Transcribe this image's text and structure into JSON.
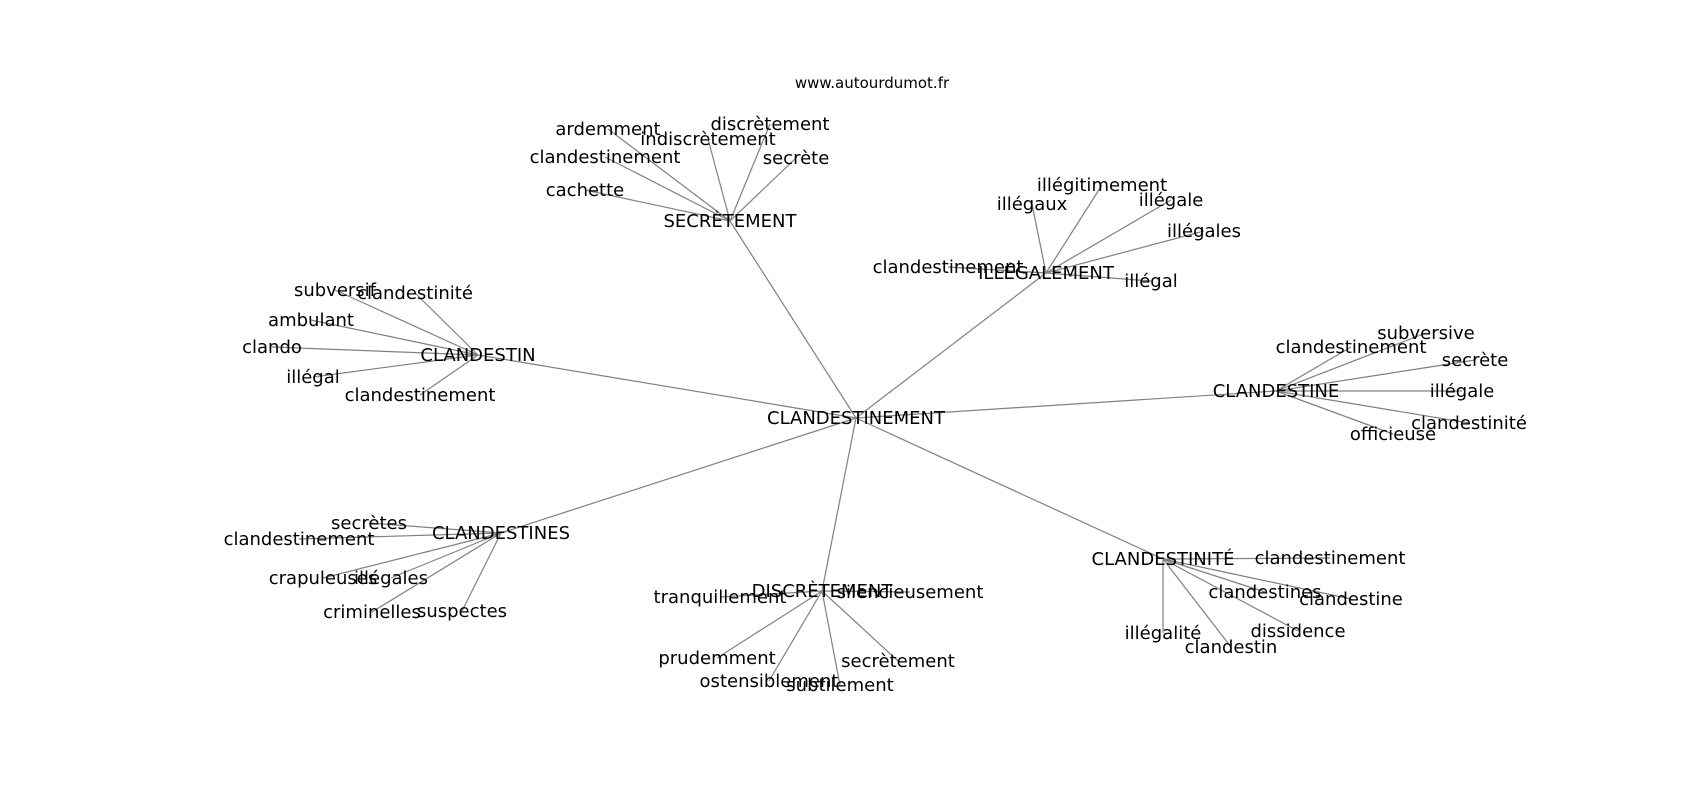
{
  "source": "www.autourdumot.fr",
  "colors": {
    "edge": "#808080",
    "text": "#000000",
    "background": "#ffffff"
  },
  "center": "CLANDESTINEMENT",
  "hubs": [
    {
      "label": "SECRÈTEMENT",
      "leaves": [
        "ardemment",
        "discrètement",
        "indiscrètement",
        "clandestinement",
        "secrète",
        "cachette"
      ]
    },
    {
      "label": "ILLÉGALEMENT",
      "leaves": [
        "illégitimement",
        "illégaux",
        "illégale",
        "illégales",
        "clandestinement",
        "illégal"
      ]
    },
    {
      "label": "CLANDESTIN",
      "leaves": [
        "subversif",
        "clandestinité",
        "ambulant",
        "clando",
        "illégal",
        "clandestinement"
      ]
    },
    {
      "label": "CLANDESTINE",
      "leaves": [
        "subversive",
        "clandestinement",
        "secrète",
        "illégale",
        "clandestinité",
        "officieuse"
      ]
    },
    {
      "label": "CLANDESTINES",
      "leaves": [
        "secrètes",
        "clandestinement",
        "crapuleuses",
        "illégales",
        "criminelles",
        "suspectes"
      ]
    },
    {
      "label": "DISCRÈTEMENT",
      "leaves": [
        "silencieusement",
        "tranquillement",
        "prudemment",
        "ostensiblement",
        "subtilement",
        "secrètement"
      ]
    },
    {
      "label": "CLANDESTINITÉ",
      "leaves": [
        "clandestinement",
        "clandestines",
        "clandestine",
        "dissidence",
        "illégalité",
        "clandestin"
      ]
    }
  ]
}
